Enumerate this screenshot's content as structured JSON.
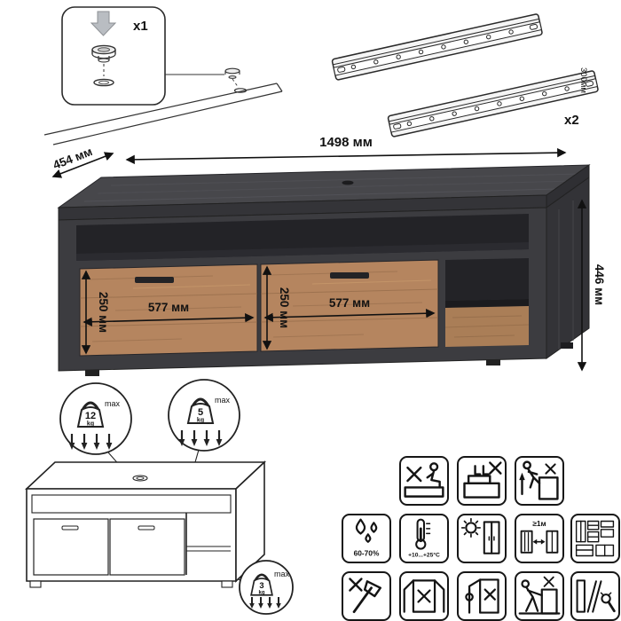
{
  "colors": {
    "dark_wood": "#3c3c40",
    "dark_wood_deep": "#232327",
    "light_wood": "#b5855f",
    "line": "#121212"
  },
  "hardware": {
    "grommet_qty": "x1",
    "slide_qty": "x2",
    "slide_length": "300мм"
  },
  "dimensions": {
    "overall_width": "1498 мм",
    "overall_depth": "454 мм",
    "overall_height": "446 мм",
    "drawer_width_left": "577 мм",
    "drawer_width_right": "577 мм",
    "drawer_height_left": "250 мм",
    "drawer_height_right": "250 мм"
  },
  "load_limits": {
    "top_surface": {
      "value": "12",
      "unit": "kg",
      "label": "max"
    },
    "shelf": {
      "value": "5",
      "unit": "kg",
      "label": "max"
    },
    "drawer": {
      "value": "3",
      "unit": "kg",
      "label": "max"
    }
  },
  "conditions": {
    "humidity": "60-70%",
    "temperature": "+10...+25°C",
    "heat_distance": "≥1м"
  },
  "icon_grid": {
    "row1": [
      "no-sit",
      "no-stand-on-drawer",
      "no-climb"
    ],
    "row2": [
      "humidity",
      "temperature",
      "keep-from-sunlight",
      "keep-from-heat-1m",
      "furniture-set"
    ],
    "row3": [
      "no-sharp-tools",
      "no-open-all-doors",
      "no-hang-on-door",
      "no-drag",
      "assembly"
    ]
  }
}
